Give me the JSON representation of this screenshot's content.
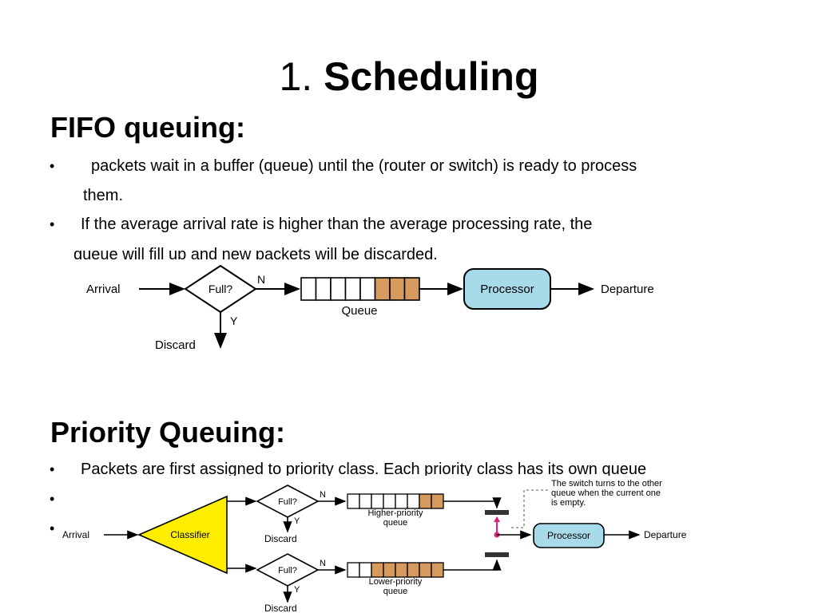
{
  "slide": {
    "title_number": "1.",
    "title_word": "Scheduling"
  },
  "fifo": {
    "heading": "FIFO queuing:",
    "bullets": [
      {
        "line1": "packets wait in a buffer (queue) until the (router or switch) is ready to process",
        "line2": "them."
      },
      {
        "line1": "If the average arrival rate is higher than the average processing rate, the",
        "line2": "queue will fill up and new packets will be discarded."
      }
    ],
    "diagram": {
      "arrival": "Arrival",
      "full": "Full?",
      "no": "N",
      "yes": "Y",
      "discard": "Discard",
      "queue": "Queue",
      "processor": "Processor",
      "departure": "Departure",
      "queue_slots": 8,
      "filled_slots": 3
    }
  },
  "priority": {
    "heading": "Priority Queuing:",
    "bullets": [
      {
        "line1": "Packets are first assigned to priority class. Each priority class has its own queue"
      },
      {
        "line1": ""
      },
      {
        "line1": ""
      }
    ],
    "diagram": {
      "arrival": "Arrival",
      "classifier": "Classifier",
      "full_top": "Full?",
      "full_bottom": "Full?",
      "no_top": "N",
      "no_bottom": "N",
      "yes_top": "Y",
      "yes_bottom": "Y",
      "discard_top": "Discard",
      "discard_bottom": "Discard",
      "higher_queue_line1": "Higher-priority",
      "higher_queue_line2": "queue",
      "lower_queue_line1": "Lower-priority",
      "lower_queue_line2": "queue",
      "processor": "Processor",
      "departure": "Departure",
      "note_line1": "The switch turns to the other",
      "note_line2": "queue when the current one",
      "note_line3": "is empty.",
      "higher_filled_slots": 2,
      "lower_filled_slots": 6,
      "queue_slots": 8
    }
  },
  "colors": {
    "queue_fill": "#d69a5f",
    "processor_fill": "#a8dbea",
    "classifier_fill": "#ffee00",
    "switch_marker": "#e0207a"
  }
}
